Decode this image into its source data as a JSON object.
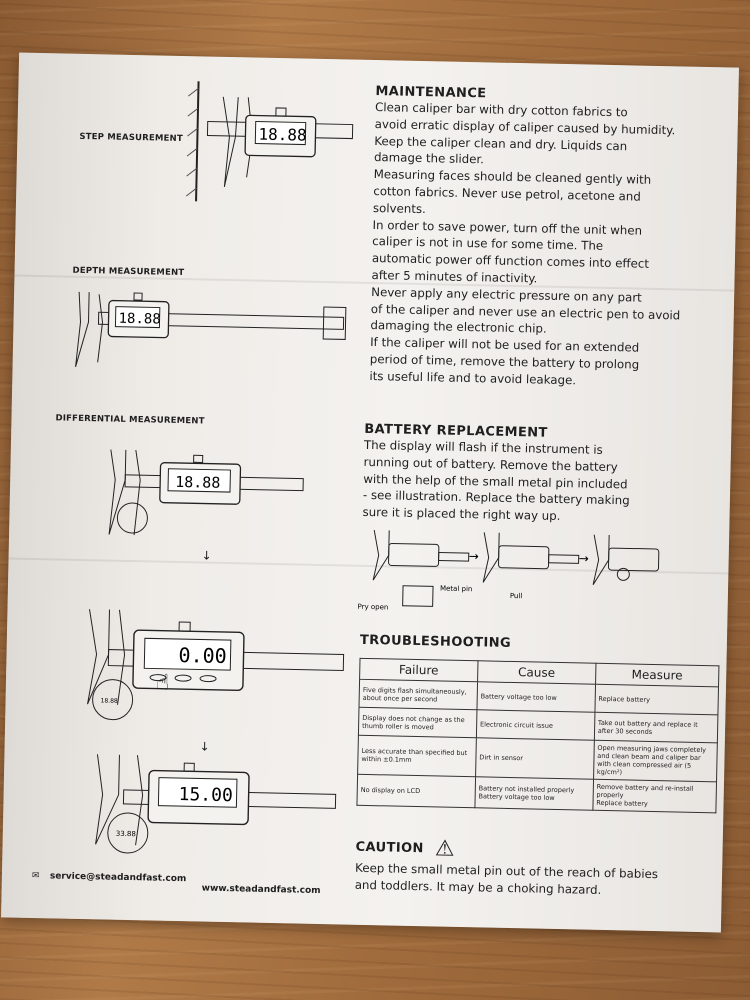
{
  "left_labels": {
    "step": "STEP MEASUREMENT",
    "depth": "DEPTH MEASUREMENT",
    "differential": "DIFFERENTIAL MEASUREMENT"
  },
  "displays": {
    "step": "18.88",
    "depth": "18.88",
    "diff1": "18.88",
    "diff2": "0.00",
    "diff3": "15.00",
    "small_a": "18.88",
    "small_b": "33.88"
  },
  "maintenance": {
    "heading": "MAINTENANCE",
    "lines": [
      "Clean caliper bar with dry cotton fabrics to",
      "avoid erratic display of caliper caused by humidity.",
      "Keep the caliper clean and dry.  Liquids can",
      "damage the slider.",
      "Measuring faces should be cleaned gently with",
      "cotton fabrics.  Never use petrol, acetone and",
      "solvents.",
      "In order to save power, turn off the unit when",
      "caliper is not in use for some time.  The",
      "automatic power off function comes into effect",
      "after 5 minutes of inactivity.",
      "Never apply any electric pressure on any part",
      "of the caliper and never use an electric pen to avoid",
      "damaging the electronic chip.",
      "If the caliper will not be used for an extended",
      "period of time, remove the battery to prolong",
      "its useful life and to avoid leakage."
    ]
  },
  "battery": {
    "heading": "BATTERY REPLACEMENT",
    "lines": [
      "The display will flash if the instrument is",
      "running out of battery.  Remove the battery",
      "with the help of the small metal pin included",
      "- see illustration.  Replace the battery making",
      "sure it is placed the right way up."
    ],
    "labels": {
      "metal_pin": "Metal pin",
      "pry_open": "Pry open",
      "pull": "Pull"
    }
  },
  "troubleshooting": {
    "heading": "TROUBLESHOOTING",
    "headers": [
      "Failure",
      "Cause",
      "Measure"
    ],
    "rows": [
      [
        "Five digits flash simultaneously, about once per second",
        "Battery voltage too low",
        "Replace battery"
      ],
      [
        "Display does not change as the thumb roller is moved",
        "Electronic circuit issue",
        "Take out battery and replace it after 30 seconds"
      ],
      [
        "Less accurate than specified but within ±0.1mm",
        "Dirt in sensor",
        "Open measuring jaws completely and clean beam and caliper bar with clean compressed air (5 kg/cm²)"
      ],
      [
        "No display on LCD",
        "Battery not installed properly\nBattery voltage too low",
        "Remove battery and re-install properly\nReplace battery"
      ]
    ]
  },
  "caution": {
    "heading": "CAUTION",
    "lines": [
      "Keep the small metal pin out of the reach of babies",
      "and toddlers.  It may be a choking hazard."
    ]
  },
  "footer": {
    "email": "service@steadandfast.com",
    "website": "www.steadandfast.com"
  }
}
